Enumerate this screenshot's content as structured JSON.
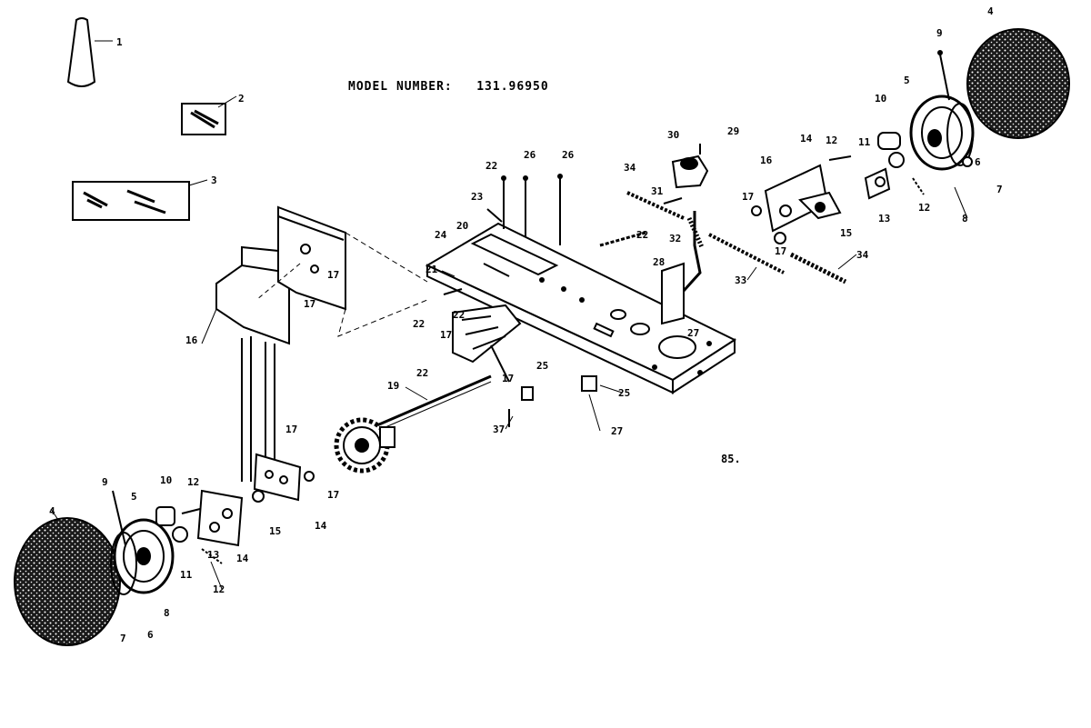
{
  "header": {
    "model_label": "MODEL NUMBER:",
    "model_number": "131.96950"
  },
  "page_number": "85.",
  "callouts": {
    "c1": "1",
    "c2": "2",
    "c3": "3",
    "c4": "4",
    "c5": "5",
    "c6": "6",
    "c7": "7",
    "c8": "8",
    "c9": "9",
    "c10": "10",
    "c11": "11",
    "c12": "12",
    "c13": "13",
    "c14": "14",
    "c15": "15",
    "c16": "16",
    "c17": "17",
    "c19": "19",
    "c20": "20",
    "c21": "21",
    "c22": "22",
    "c23": "23",
    "c24": "24",
    "c25": "25",
    "c26": "26",
    "c27": "27",
    "c28": "28",
    "c29": "29",
    "c30": "30",
    "c31": "31",
    "c32": "32",
    "c33": "33",
    "c34": "34",
    "c37": "37"
  }
}
